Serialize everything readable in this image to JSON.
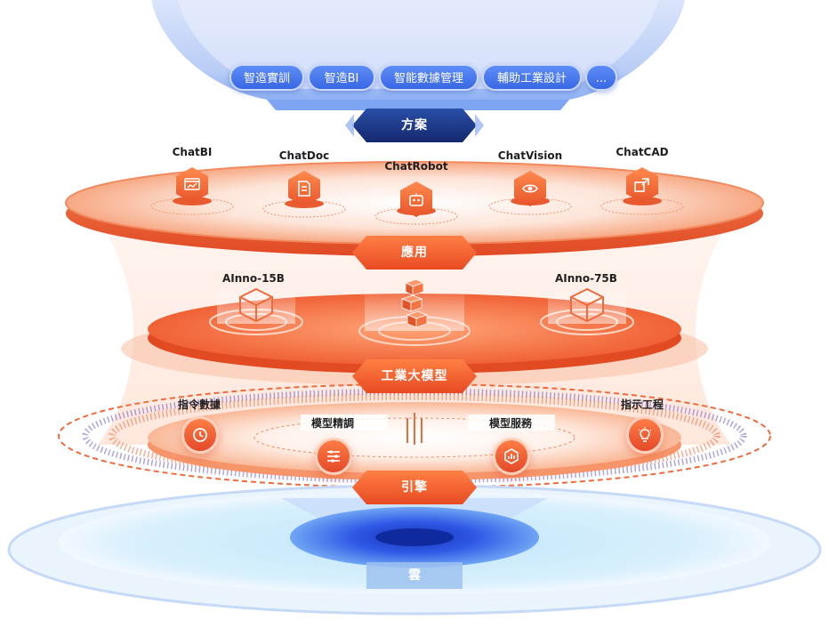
{
  "solutions": {
    "items": [
      "智造實訓",
      "智造BI",
      "智能數據管理",
      "輔助工業設計",
      "..."
    ],
    "badge": "方案"
  },
  "applications": {
    "badge": "應用",
    "items": [
      {
        "label": "ChatBI",
        "icon": "chart-board-icon"
      },
      {
        "label": "ChatDoc",
        "icon": "document-icon"
      },
      {
        "label": "ChatRobot",
        "icon": "robot-icon"
      },
      {
        "label": "ChatVision",
        "icon": "eye-icon"
      },
      {
        "label": "ChatCAD",
        "icon": "cad-resize-icon"
      }
    ]
  },
  "models": {
    "badge": "工業大模型",
    "items": [
      {
        "label": "AInno-15B",
        "icon": "cube-icon"
      },
      {
        "label": "AInno-75B",
        "icon": "cube-icon"
      }
    ],
    "center_icon": "stacked-blocks-icon"
  },
  "engine": {
    "badge": "引擎",
    "items": [
      {
        "label": "指令數據",
        "icon": "timer-icon"
      },
      {
        "label": "模型精調",
        "icon": "sliders-icon"
      },
      {
        "label": "模型服務",
        "icon": "service-chart-icon"
      },
      {
        "label": "指示工程",
        "icon": "lightbulb-icon"
      }
    ]
  },
  "cloud": {
    "label": "雲"
  },
  "colors": {
    "accent_orange": "#f05a28",
    "navy": "#1e3a8a",
    "pill_blue": "#3a67e4",
    "cloud_blue": "#2b4fe0"
  }
}
